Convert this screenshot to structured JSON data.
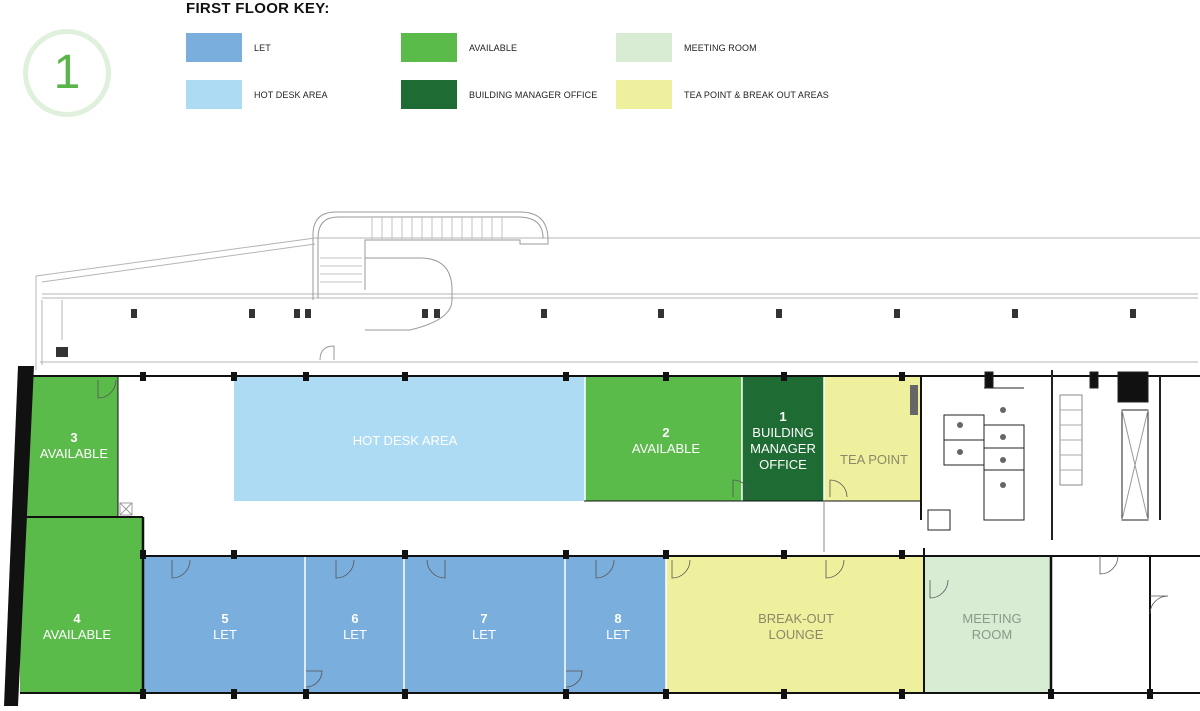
{
  "key": {
    "title": "FIRST FLOOR KEY:",
    "floor_number": "1",
    "items": [
      {
        "label": "LET",
        "color": "#7aaedc"
      },
      {
        "label": "AVAILABLE",
        "color": "#5aba4a"
      },
      {
        "label": "MEETING ROOM",
        "color": "#d7ecd3"
      },
      {
        "label": "HOT DESK AREA",
        "color": "#aedbf4"
      },
      {
        "label": "BUILDING MANAGER OFFICE",
        "color": "#1e6c33"
      },
      {
        "label": "TEA POINT & BREAK OUT AREAS",
        "color": "#eef09d"
      }
    ]
  },
  "rooms": {
    "room3": {
      "number": "3",
      "label": "AVAILABLE"
    },
    "hotdesk": {
      "label": "HOT DESK AREA"
    },
    "room2": {
      "number": "2",
      "label": "AVAILABLE"
    },
    "room1": {
      "number": "1",
      "line1": "BUILDING",
      "line2": "MANAGER",
      "line3": "OFFICE"
    },
    "teapoint": {
      "label": "TEA POINT"
    },
    "room4": {
      "number": "4",
      "label": "AVAILABLE"
    },
    "room5": {
      "number": "5",
      "label": "LET"
    },
    "room6": {
      "number": "6",
      "label": "LET"
    },
    "room7": {
      "number": "7",
      "label": "LET"
    },
    "room8": {
      "number": "8",
      "label": "LET"
    },
    "breakout": {
      "line1": "BREAK-OUT",
      "line2": "LOUNGE"
    },
    "meeting": {
      "line1": "MEETING",
      "line2": "ROOM"
    }
  }
}
